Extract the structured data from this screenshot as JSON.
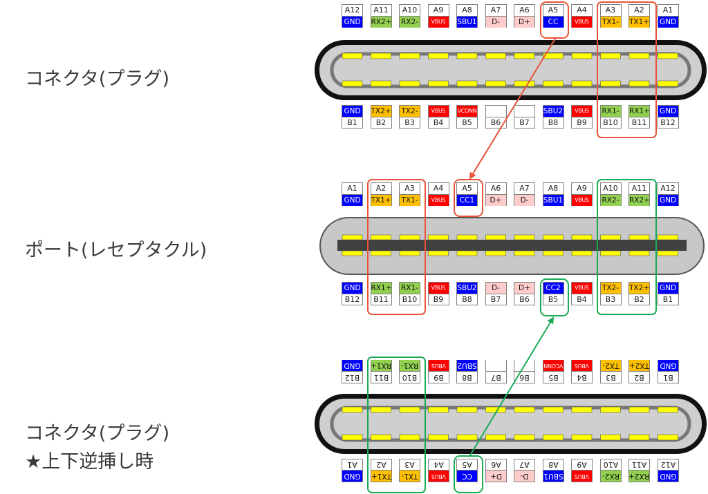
{
  "labels": {
    "plug": "コネクタ(プラグ)",
    "port": "ポート(レセプタクル)",
    "plug_flipped_line1": "コネクタ(プラグ)",
    "plug_flipped_line2": "★上下逆挿し時"
  },
  "colors": {
    "gnd": "#0000ff",
    "rx": "#92d050",
    "tx": "#ffc000",
    "vbus": "#ff0000",
    "sbu": "#0000ff",
    "cc": "#0000ff",
    "dpm": "#ffcccc",
    "empty": "#ffffff",
    "highlight_red": "#e8533a",
    "highlight_green": "#1aaa55",
    "pin_yellow": "#ffff00",
    "shell_gray": "#c8c8c8",
    "tongue_gray": "#404040"
  },
  "plug": {
    "top": [
      {
        "num": "A12",
        "sig": "GND",
        "type": "gnd"
      },
      {
        "num": "A11",
        "sig": "RX2+",
        "type": "rx"
      },
      {
        "num": "A10",
        "sig": "RX2-",
        "type": "rx"
      },
      {
        "num": "A9",
        "sig": "VBUS",
        "type": "vbus"
      },
      {
        "num": "A8",
        "sig": "SBU1",
        "type": "sbu"
      },
      {
        "num": "A7",
        "sig": "D-",
        "type": "dpm"
      },
      {
        "num": "A6",
        "sig": "D+",
        "type": "dpm"
      },
      {
        "num": "A5",
        "sig": "CC",
        "type": "cc"
      },
      {
        "num": "A4",
        "sig": "VBUS",
        "type": "vbus"
      },
      {
        "num": "A3",
        "sig": "TX1-",
        "type": "tx"
      },
      {
        "num": "A2",
        "sig": "TX1+",
        "type": "tx"
      },
      {
        "num": "A1",
        "sig": "GND",
        "type": "gnd"
      }
    ],
    "bottom": [
      {
        "num": "B1",
        "sig": "GND",
        "type": "gnd"
      },
      {
        "num": "B2",
        "sig": "TX2+",
        "type": "tx"
      },
      {
        "num": "B3",
        "sig": "TX2-",
        "type": "tx"
      },
      {
        "num": "B4",
        "sig": "VBUS",
        "type": "vbus"
      },
      {
        "num": "B5",
        "sig": "VCONN",
        "type": "vbus"
      },
      {
        "num": "B6",
        "sig": "",
        "type": "empty"
      },
      {
        "num": "B7",
        "sig": "",
        "type": "empty"
      },
      {
        "num": "B8",
        "sig": "SBU2",
        "type": "sbu"
      },
      {
        "num": "B9",
        "sig": "VBUS",
        "type": "vbus"
      },
      {
        "num": "B10",
        "sig": "RX1-",
        "type": "rx"
      },
      {
        "num": "B11",
        "sig": "RX1+",
        "type": "rx"
      },
      {
        "num": "B12",
        "sig": "GND",
        "type": "gnd"
      }
    ]
  },
  "port": {
    "top": [
      {
        "num": "A1",
        "sig": "GND",
        "type": "gnd"
      },
      {
        "num": "A2",
        "sig": "TX1+",
        "type": "tx"
      },
      {
        "num": "A3",
        "sig": "TX1-",
        "type": "tx"
      },
      {
        "num": "A4",
        "sig": "VBUS",
        "type": "vbus"
      },
      {
        "num": "A5",
        "sig": "CC1",
        "type": "cc"
      },
      {
        "num": "A6",
        "sig": "D+",
        "type": "dpm"
      },
      {
        "num": "A7",
        "sig": "D-",
        "type": "dpm"
      },
      {
        "num": "A8",
        "sig": "SBU1",
        "type": "sbu"
      },
      {
        "num": "A9",
        "sig": "VBUS",
        "type": "vbus"
      },
      {
        "num": "A10",
        "sig": "RX2-",
        "type": "rx"
      },
      {
        "num": "A11",
        "sig": "RX2+",
        "type": "rx"
      },
      {
        "num": "A12",
        "sig": "GND",
        "type": "gnd"
      }
    ],
    "bottom": [
      {
        "num": "B12",
        "sig": "GND",
        "type": "gnd"
      },
      {
        "num": "B11",
        "sig": "RX1+",
        "type": "rx"
      },
      {
        "num": "B10",
        "sig": "RX1-",
        "type": "rx"
      },
      {
        "num": "B9",
        "sig": "VBUS",
        "type": "vbus"
      },
      {
        "num": "B8",
        "sig": "SBU2",
        "type": "sbu"
      },
      {
        "num": "B7",
        "sig": "D-",
        "type": "dpm"
      },
      {
        "num": "B6",
        "sig": "D+",
        "type": "dpm"
      },
      {
        "num": "B5",
        "sig": "CC2",
        "type": "cc"
      },
      {
        "num": "B4",
        "sig": "VBUS",
        "type": "vbus"
      },
      {
        "num": "B3",
        "sig": "TX2-",
        "type": "tx"
      },
      {
        "num": "B2",
        "sig": "TX2+",
        "type": "tx"
      },
      {
        "num": "B1",
        "sig": "GND",
        "type": "gnd"
      }
    ]
  },
  "flipped_plug": {
    "top": [
      {
        "num": "B12",
        "sig": "GND",
        "type": "gnd"
      },
      {
        "num": "B11",
        "sig": "RX1+",
        "type": "rx"
      },
      {
        "num": "B10",
        "sig": "RX1-",
        "type": "rx"
      },
      {
        "num": "B9",
        "sig": "VBUS",
        "type": "vbus"
      },
      {
        "num": "B8",
        "sig": "SBU2",
        "type": "sbu"
      },
      {
        "num": "B7",
        "sig": "",
        "type": "empty"
      },
      {
        "num": "B6",
        "sig": "",
        "type": "empty"
      },
      {
        "num": "B5",
        "sig": "VCONN",
        "type": "vbus"
      },
      {
        "num": "B4",
        "sig": "VBUS",
        "type": "vbus"
      },
      {
        "num": "B3",
        "sig": "TX2-",
        "type": "tx"
      },
      {
        "num": "B2",
        "sig": "TX2+",
        "type": "tx"
      },
      {
        "num": "B1",
        "sig": "GND",
        "type": "gnd"
      }
    ],
    "bottom": [
      {
        "num": "A1",
        "sig": "GND",
        "type": "gnd"
      },
      {
        "num": "A2",
        "sig": "TX1+",
        "type": "tx"
      },
      {
        "num": "A3",
        "sig": "TX1-",
        "type": "tx"
      },
      {
        "num": "A4",
        "sig": "VBUS",
        "type": "vbus"
      },
      {
        "num": "A5",
        "sig": "CC",
        "type": "cc"
      },
      {
        "num": "A6",
        "sig": "D+",
        "type": "dpm"
      },
      {
        "num": "A7",
        "sig": "D-",
        "type": "dpm"
      },
      {
        "num": "A8",
        "sig": "SBU1",
        "type": "sbu"
      },
      {
        "num": "A9",
        "sig": "VBUS",
        "type": "vbus"
      },
      {
        "num": "A10",
        "sig": "RX2-",
        "type": "rx"
      },
      {
        "num": "A11",
        "sig": "RX2+",
        "type": "rx"
      },
      {
        "num": "A12",
        "sig": "GND",
        "type": "gnd"
      }
    ]
  }
}
